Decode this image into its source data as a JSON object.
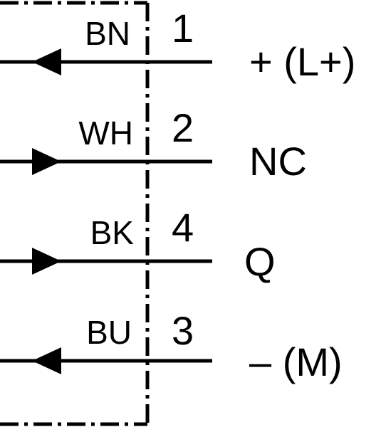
{
  "wires": [
    {
      "color_code": "BN",
      "pin": "1",
      "signal": "+ (L+)",
      "arrow": "left"
    },
    {
      "color_code": "WH",
      "pin": "2",
      "signal": "NC",
      "arrow": "right"
    },
    {
      "color_code": "BK",
      "pin": "4",
      "signal": "Q",
      "arrow": "right"
    },
    {
      "color_code": "BU",
      "pin": "3",
      "signal": "– (M)",
      "arrow": "left"
    }
  ],
  "colors": {
    "line": "#000000",
    "background": "#ffffff"
  }
}
